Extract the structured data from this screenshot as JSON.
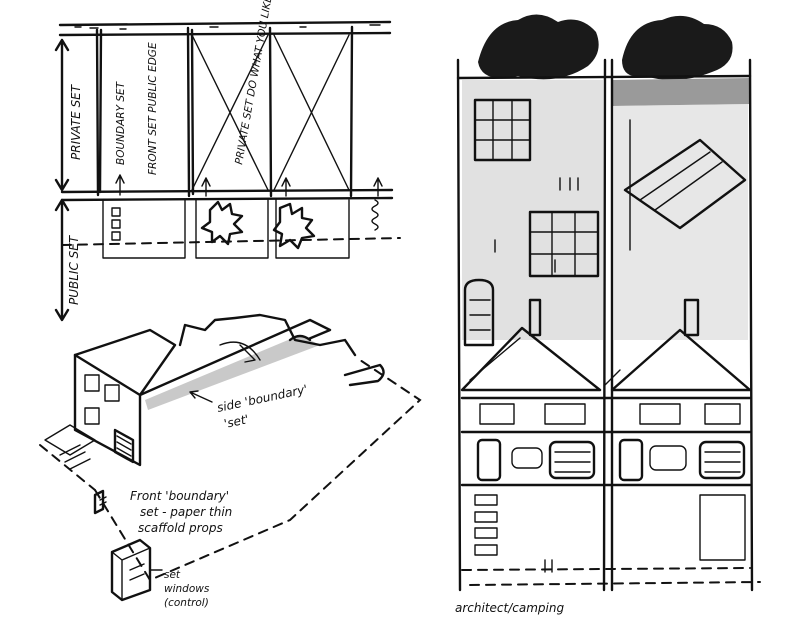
{
  "plan_labels": {
    "private_set": "PRIVATE SET",
    "public_set": "PUBLIC SET",
    "boundary_set": "BOUNDARY SET",
    "front_set_public_edge": "FRONT SET PUBLIC EDGE",
    "private_set_do_what_you_like": "PRIVATE SET DO WHAT YOU LIKE"
  },
  "axonometric_labels": {
    "side_boundary_line1": "side 'boundary'",
    "side_boundary_line2": "'set'",
    "front_boundary_line1": "Front 'boundary'",
    "front_boundary_line2": "set - paper thin",
    "front_boundary_line3": "scaffold props",
    "set_windows_line1": "set",
    "set_windows_line2": "windows",
    "set_windows_line3": "(control)"
  },
  "elevation_caption": "architect/camping",
  "colors": {
    "ink": "#111111",
    "paper": "#ffffff"
  }
}
